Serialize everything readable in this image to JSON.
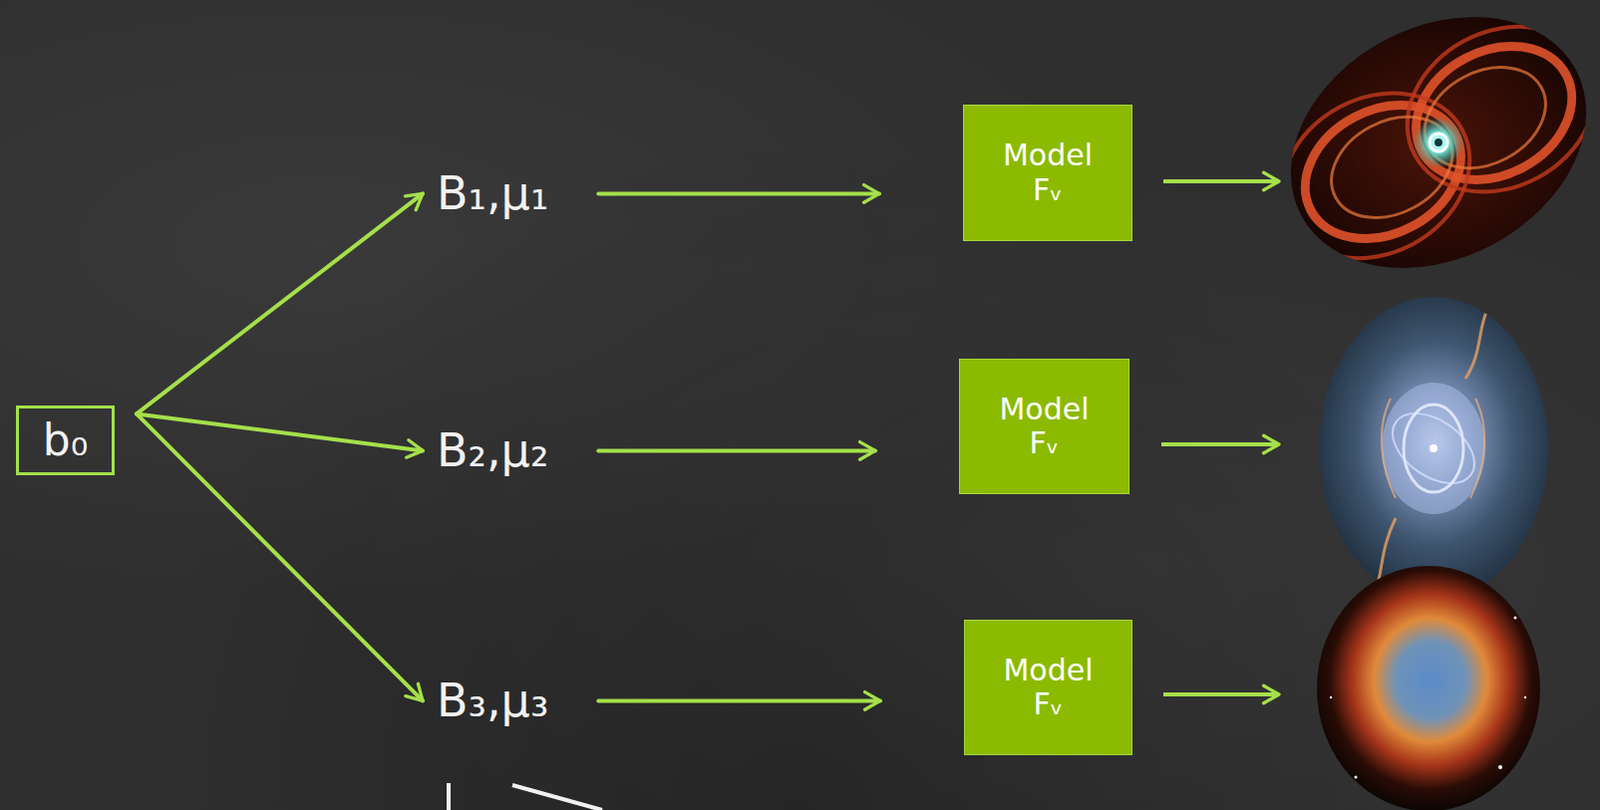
{
  "diagram": {
    "nodes": [
      {
        "text": [
          "b₀"
        ]
      },
      {
        "text": [
          "B₁,μ₁"
        ]
      },
      {
        "text": [
          "B₂,μ₂"
        ]
      },
      {
        "text": [
          "B₃,μ₃"
        ]
      },
      {
        "text": [
          "Model Fᵥ"
        ]
      },
      {
        "text": [
          "Model Fᵥ"
        ]
      },
      {
        "text": [
          "Model Fᵥ"
        ]
      }
    ],
    "edges": [
      {
        "from": 0,
        "to": 1,
        "arrow": "to"
      },
      {
        "from": 0,
        "to": 2,
        "arrow": "to"
      },
      {
        "from": 0,
        "to": 3,
        "arrow": "to"
      },
      {
        "from": 1,
        "to": 4,
        "arrow": "to"
      },
      {
        "from": 2,
        "to": 5,
        "arrow": "to"
      },
      {
        "from": 3,
        "to": 6,
        "arrow": "to"
      }
    ]
  }
}
